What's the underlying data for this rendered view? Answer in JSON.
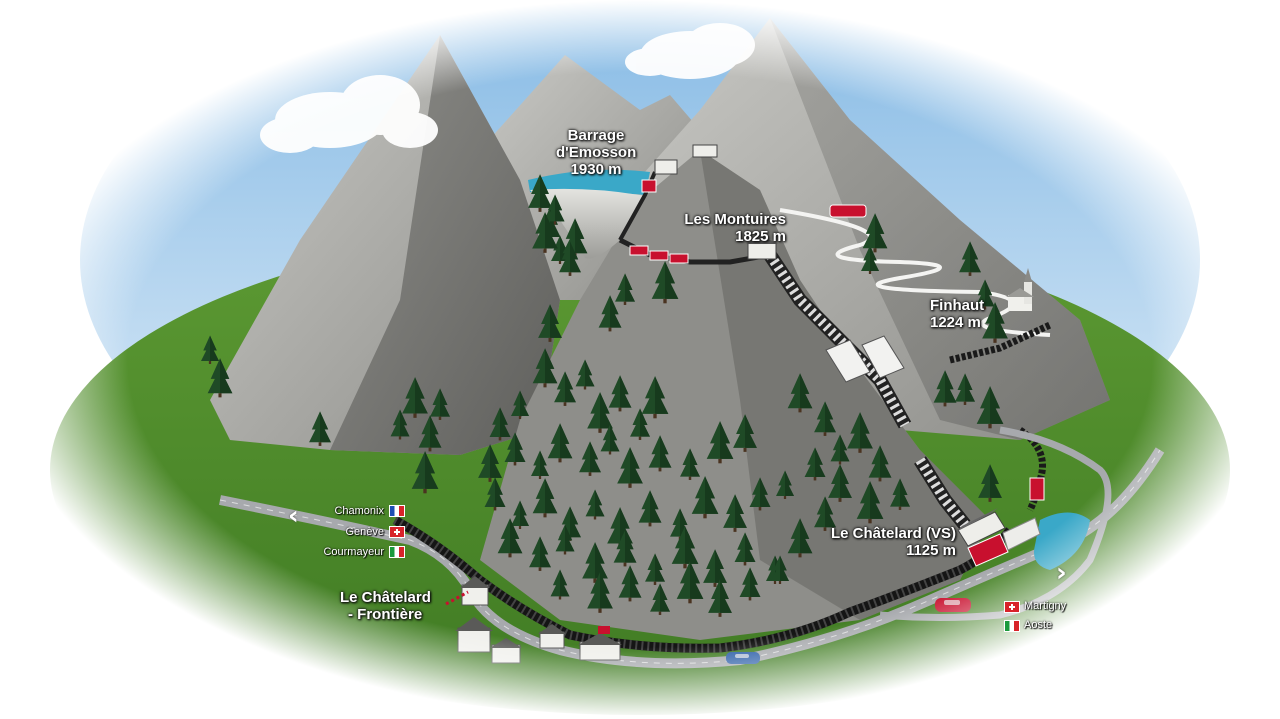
{
  "map": {
    "places": {
      "barrage_line1": "Barrage",
      "barrage_line2": "d'Emosson",
      "barrage_altitude": "1930 m",
      "montuires_name": "Les Montuires",
      "montuires_altitude": "1825 m",
      "finhaut_name": "Finhaut",
      "finhaut_altitude": "1224 m",
      "chatelard_vs_name": "Le Châtelard (VS)",
      "chatelard_vs_altitude": "1125 m",
      "frontiere_line1": "Le Châtelard",
      "frontiere_line2": "- Frontière"
    },
    "destinations_west": [
      {
        "name": "Chamonix",
        "flag": "france-flag"
      },
      {
        "name": "Genève",
        "flag": "switzerland-flag"
      },
      {
        "name": "Courmayeur",
        "flag": "italy-flag"
      }
    ],
    "destinations_east": [
      {
        "name": "Martigny",
        "flag": "switzerland-flag"
      },
      {
        "name": "Aoste",
        "flag": "italy-flag"
      }
    ],
    "colors": {
      "sky": "#a9d1f0",
      "rock": "#9a9a96",
      "grass": "#4e8f2c",
      "forest": "#1f4a26",
      "lake": "#3aa8c8",
      "train_red": "#c8102e",
      "road": "#a7a9ad"
    }
  }
}
